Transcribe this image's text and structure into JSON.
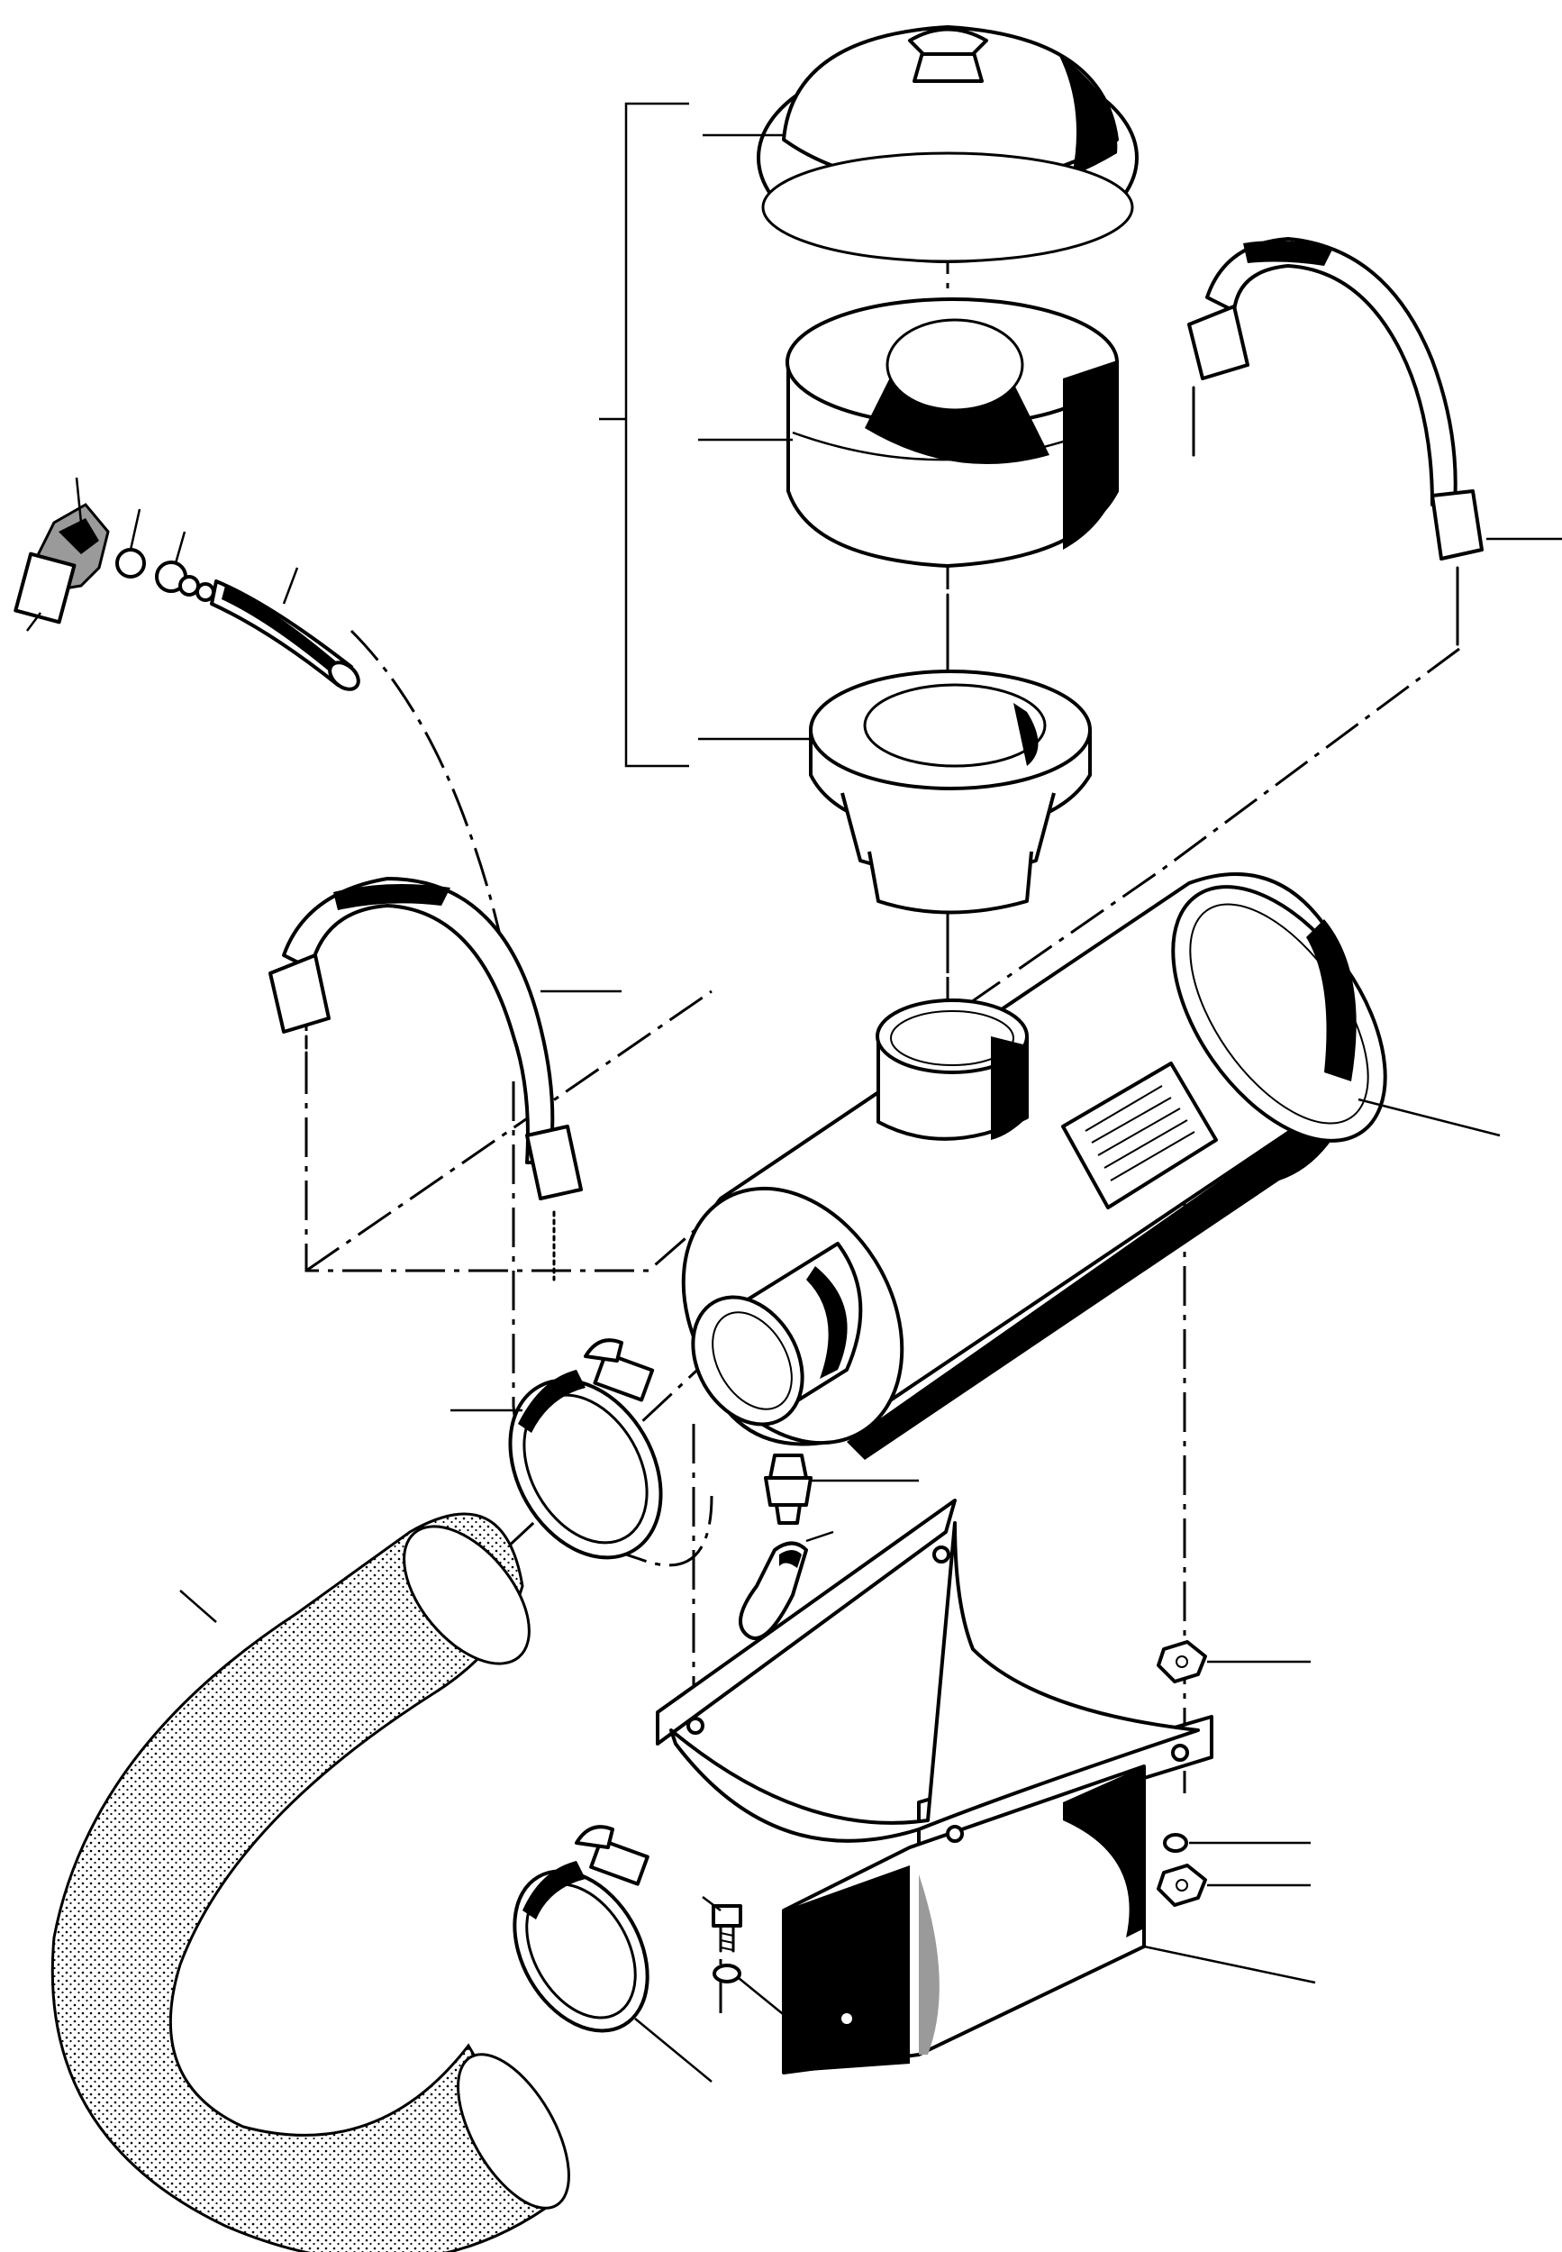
{
  "figure": {
    "type": "exploded-parts-diagram",
    "labels_printed": false,
    "palette": {
      "ink": "#000000",
      "paper": "#ffffff",
      "shade": "#9a9a9a"
    },
    "parts": [
      "filter-cover",
      "filter-element",
      "dust-cup",
      "air-cleaner-body",
      "upper-mounting-strap",
      "lower-mounting-strap",
      "air-hose",
      "upper-hose-clamp",
      "lower-hose-clamp",
      "vacuator-fitting",
      "vacuator-tube",
      "drain-hose",
      "restriction-indicator",
      "mounting-bracket",
      "bolt",
      "lock-washer",
      "flat-washer",
      "nuts"
    ]
  }
}
